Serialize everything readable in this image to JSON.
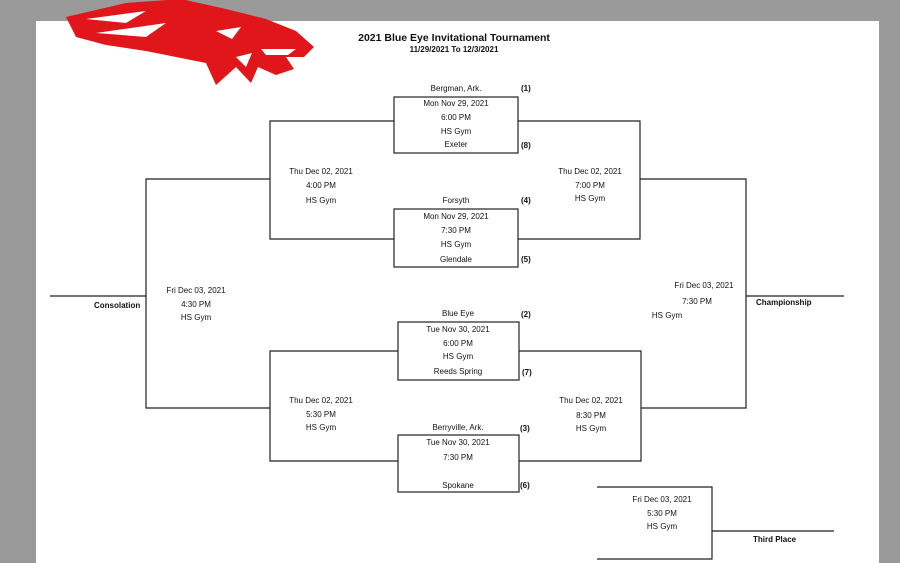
{
  "header": {
    "title": "2021 Blue Eye Invitational Tournament",
    "dates": "11/29/2021 To 12/3/2021"
  },
  "games": {
    "g1": {
      "team_top": "Bergman, Ark.",
      "seed_top": "(1)",
      "date": "Mon Nov 29, 2021",
      "time": "6:00 PM",
      "venue": "HS Gym",
      "team_bottom": "Exeter",
      "seed_bottom": "(8)"
    },
    "g2": {
      "team_top": "Forsyth",
      "seed_top": "(4)",
      "date": "Mon Nov 29, 2021",
      "time": "7:30 PM",
      "venue": "HS Gym",
      "team_bottom": "Glendale",
      "seed_bottom": "(5)"
    },
    "g3": {
      "team_top": "Blue Eye",
      "seed_top": "(2)",
      "date": "Tue Nov 30, 2021",
      "time": "6:00 PM",
      "venue": "HS Gym",
      "team_bottom": "Reeds Spring",
      "seed_bottom": "(7)"
    },
    "g4": {
      "team_top": "Berryville, Ark.",
      "seed_top": "(3)",
      "date": "Tue Nov 30, 2021",
      "time": "7:30 PM",
      "team_bottom": "Spokane",
      "seed_bottom": "(6)"
    }
  },
  "semis": {
    "left_top": {
      "date": "Thu Dec 02, 2021",
      "time": "4:00 PM",
      "venue": "HS Gym"
    },
    "right_top": {
      "date": "Thu Dec 02, 2021",
      "time": "7:00 PM",
      "venue": "HS Gym"
    },
    "left_bottom": {
      "date": "Thu Dec 02, 2021",
      "time": "5:30 PM",
      "venue": "HS Gym"
    },
    "right_bottom": {
      "date": "Thu Dec 02, 2021",
      "time": "8:30 PM",
      "venue": "HS Gym"
    }
  },
  "finals": {
    "consolation": {
      "label": "Consolation",
      "date": "Fri Dec 03, 2021",
      "time": "4:30 PM",
      "venue": "HS Gym"
    },
    "championship": {
      "label": "Championship",
      "date": "Fri Dec 03, 2021",
      "time": "7:30 PM",
      "venue": "HS Gym"
    },
    "third_place": {
      "label": "Third Place",
      "date": "Fri Dec 03, 2021",
      "time": "5:30 PM",
      "venue": "HS Gym"
    }
  },
  "colors": {
    "logo_red": "#e0161b",
    "page_bg": "#9a9a9a"
  }
}
